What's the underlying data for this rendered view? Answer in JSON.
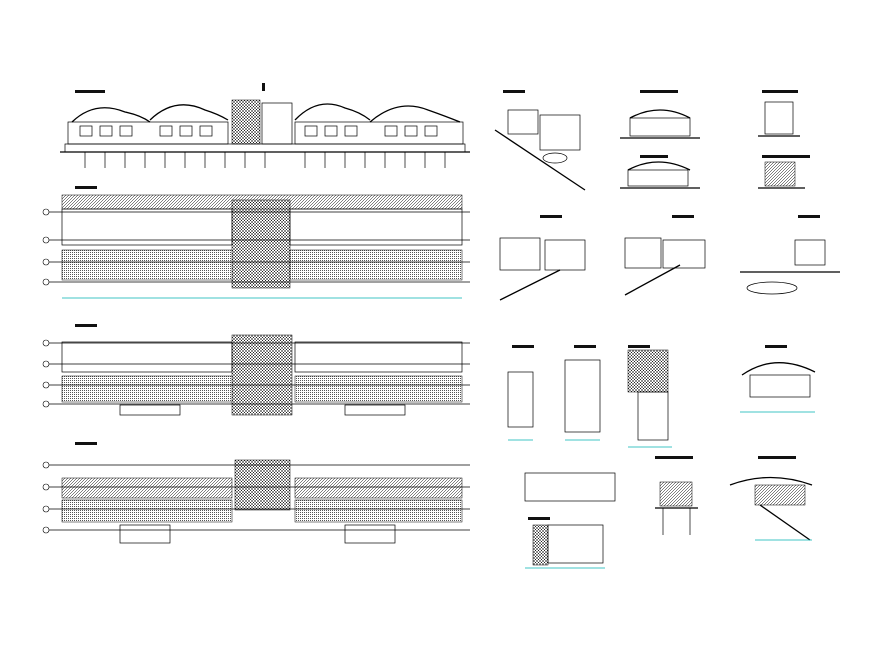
{
  "sheet": {
    "title": "",
    "colors": {
      "ink": "#000000",
      "dimension": "#00b3b3",
      "paper": "#ffffff"
    }
  },
  "drawings": {
    "long_elevation": "long-elevation",
    "plans": [
      "floor-plan-1",
      "floor-plan-2",
      "floor-plan-3"
    ],
    "small_views": [
      "section-a",
      "elevation-b",
      "elevation-c",
      "elevation-d",
      "elevation-e",
      "section-f",
      "section-g",
      "section-h",
      "plan-i",
      "plan-j",
      "plan-k",
      "section-l",
      "plan-m",
      "elevation-n",
      "elevation-o",
      "plan-p"
    ]
  }
}
